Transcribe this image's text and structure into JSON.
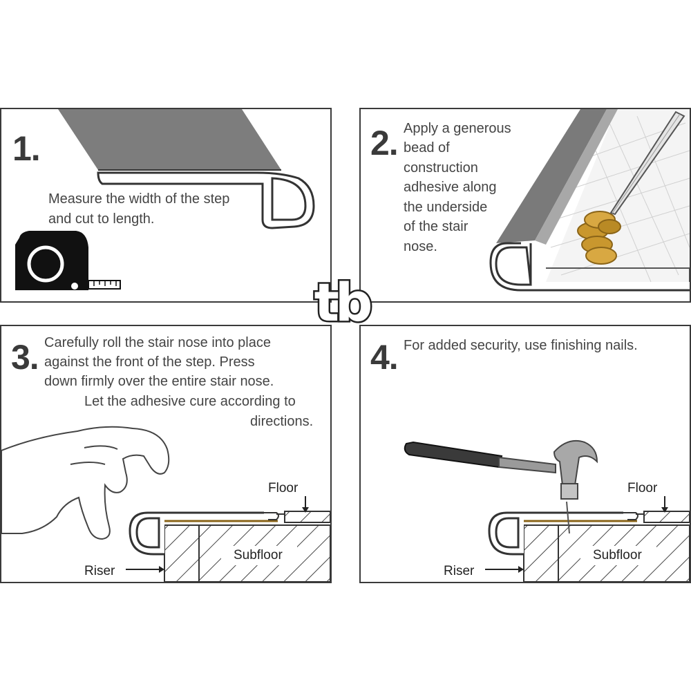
{
  "steps": [
    {
      "number": "1.",
      "lines": [
        "Measure the width of the step",
        "and cut to length."
      ]
    },
    {
      "number": "2.",
      "lines": [
        "Apply a generous",
        "bead of",
        "construction",
        "adhesive along",
        "the underside",
        "of the stair",
        "nose."
      ]
    },
    {
      "number": "3.",
      "lines": [
        "Carefully roll the stair nose into place",
        "against the front of the step.  Press",
        "down firmly over the entire stair nose.",
        "Let the adhesive cure according to",
        "directions."
      ]
    },
    {
      "number": "4.",
      "lines": [
        "For added security, use finishing nails."
      ]
    }
  ],
  "labels": {
    "floor": "Floor",
    "subfloor": "Subfloor",
    "riser": "Riser"
  },
  "logo": {
    "text": "tb"
  },
  "icons": [
    "tape-measure-icon",
    "adhesive-tube-icon",
    "hand-icon",
    "hammer-icon",
    "arrow-icon",
    "logo-mark"
  ],
  "colors": {
    "border": "#3a3a3a",
    "stair_nose_gray": "#7a7a7a",
    "adhesive_gold": "#c9972e",
    "text": "#444444"
  }
}
